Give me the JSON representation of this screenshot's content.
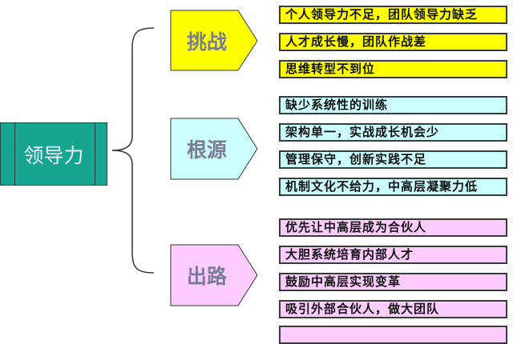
{
  "root": {
    "label": "领导力",
    "color": "#16a591"
  },
  "categories": [
    {
      "label": "挑战",
      "color": "#ffff00",
      "items": [
        "个人领导力不足，团队领导力缺乏",
        "人才成长慢，团队作战差",
        "思维转型不到位"
      ]
    },
    {
      "label": "根源",
      "color": "#ccffff",
      "items": [
        "缺少系统性的训练",
        "架构单一，实战成长机会少",
        "管理保守，创新实践不足",
        "机制文化不给力，中高层凝聚力低"
      ]
    },
    {
      "label": "出路",
      "color": "#ffccff",
      "items": [
        "优先让中高层成为合伙人",
        "大胆系统培育内部人才",
        "鼓励中高层实现变革",
        "吸引外部合伙人，做大团队"
      ]
    }
  ]
}
